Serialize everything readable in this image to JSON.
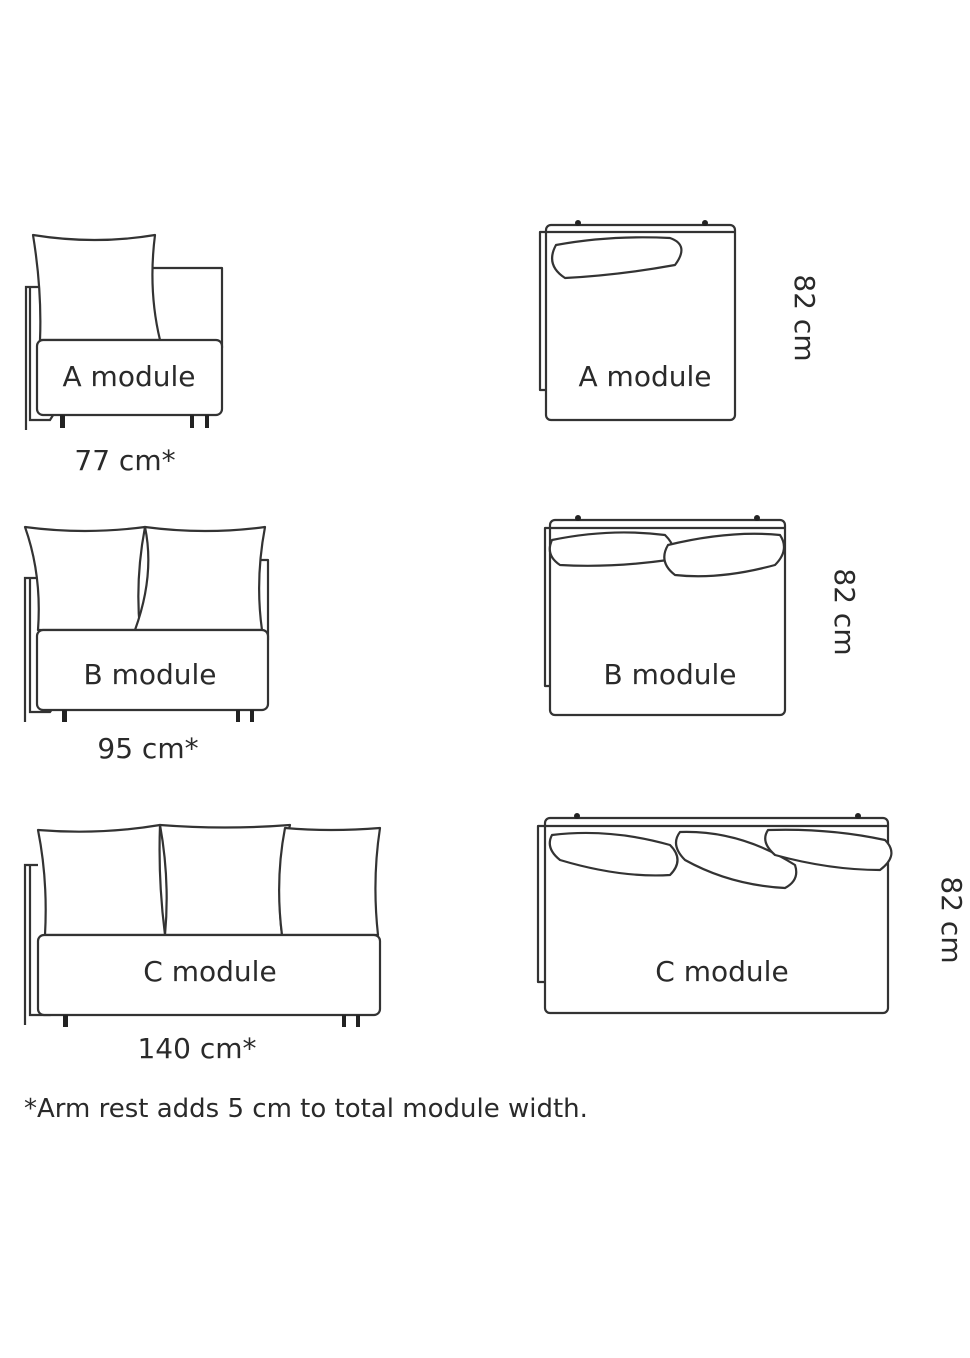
{
  "modules": [
    {
      "name": "A module",
      "width": "77 cm*",
      "depth": "82 cm"
    },
    {
      "name": "B module",
      "width": "95 cm*",
      "depth": "82 cm"
    },
    {
      "name": "C module",
      "width": "140 cm*",
      "depth": "82 cm"
    }
  ],
  "footnote": "*Arm rest adds 5 cm to total module width."
}
